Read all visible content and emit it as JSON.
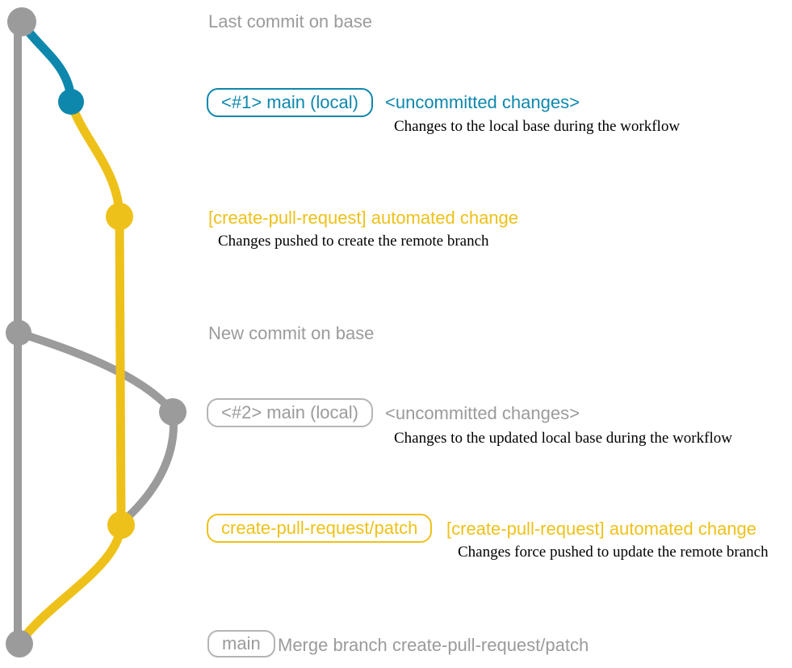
{
  "colors": {
    "teal": "#0E87AD",
    "yellow": "#EEC11A",
    "gray": "#9B9B9B",
    "gray_border": "#B5B5B5",
    "ink": "#000000"
  },
  "notes": {
    "last_commit": "Last commit on base",
    "new_commit": "New commit on base"
  },
  "row_local_1": {
    "branch_label": "<#1> main (local)",
    "status": "<uncommitted changes>",
    "annotation": "Changes to the local base during the workflow"
  },
  "row_push_1": {
    "commit_message": "[create-pull-request] automated change",
    "annotation": "Changes pushed to create the remote branch"
  },
  "row_local_2": {
    "branch_label": "<#2> main (local)",
    "status": "<uncommitted changes>",
    "annotation": "Changes to the updated local base during the workflow"
  },
  "row_push_2": {
    "branch_label": "create-pull-request/patch",
    "commit_message": "[create-pull-request] automated change",
    "annotation": "Changes force pushed to update the remote branch"
  },
  "row_merge": {
    "branch_label": "main",
    "commit_message": "Merge branch create-pull-request/patch"
  }
}
